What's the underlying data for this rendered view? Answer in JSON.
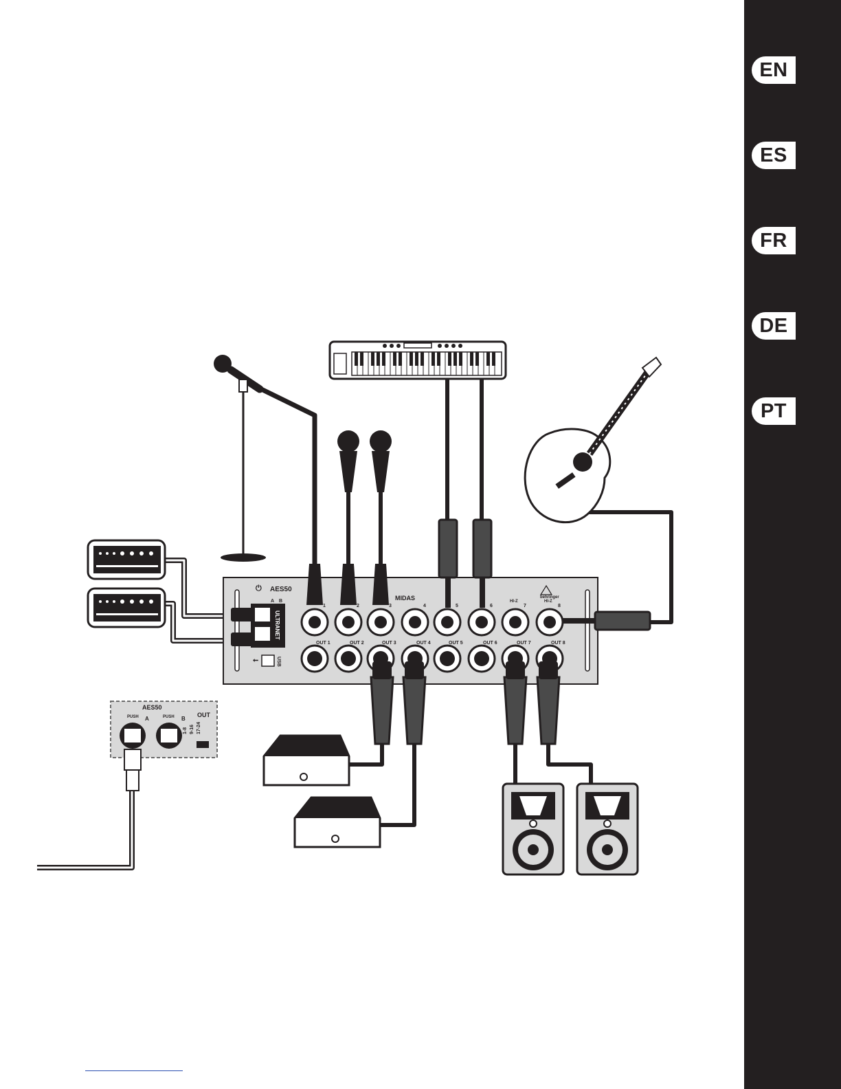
{
  "sidebar": {
    "languages": [
      "EN",
      "ES",
      "FR",
      "DE",
      "PT"
    ]
  },
  "mixer": {
    "aes50_label": "AES50",
    "ab_labels": [
      "A",
      "B"
    ],
    "ultranet_label": "ULTRANET",
    "usb_label": "USB",
    "brand_label": "behringer",
    "midas_label": "MIDAS",
    "input_numbers": [
      "1",
      "2",
      "3",
      "4",
      "5",
      "6",
      "7",
      "8"
    ],
    "hiz_label": "HI-Z",
    "output_labels": [
      "OUT 1",
      "OUT 2",
      "OUT 3",
      "OUT 4",
      "OUT 5",
      "OUT 6",
      "OUT 7",
      "OUT 8"
    ]
  },
  "aes50_inset": {
    "title": "AES50",
    "push_label": "PUSH",
    "port_a": "A",
    "port_b": "B",
    "out_label": "OUT",
    "out_options": [
      "1-8",
      "9-16",
      "17-24"
    ]
  },
  "colors": {
    "sidebar": "#231f20",
    "panel": "#d9d9d9",
    "cable": "#231f20"
  }
}
